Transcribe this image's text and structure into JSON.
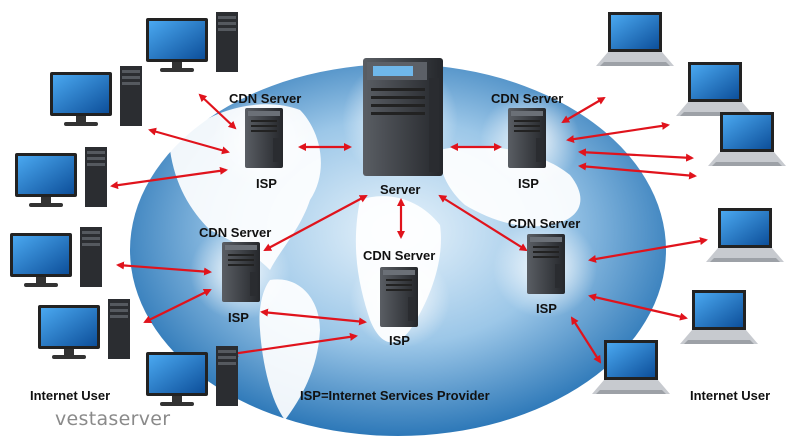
{
  "labels": {
    "cdn_server": "CDN Server",
    "isp": "ISP",
    "server": "Server",
    "internet_user": "Internet User",
    "legend": "ISP=Internet Services Provider"
  },
  "watermark": "vestaserver",
  "colors": {
    "arrow": "#e0131c",
    "globe_light": "#e8f3fb",
    "globe_dark": "#2d78b8",
    "land": "#ffffff",
    "server_body": "#3a3d42",
    "screen": "#1a6fc0"
  }
}
